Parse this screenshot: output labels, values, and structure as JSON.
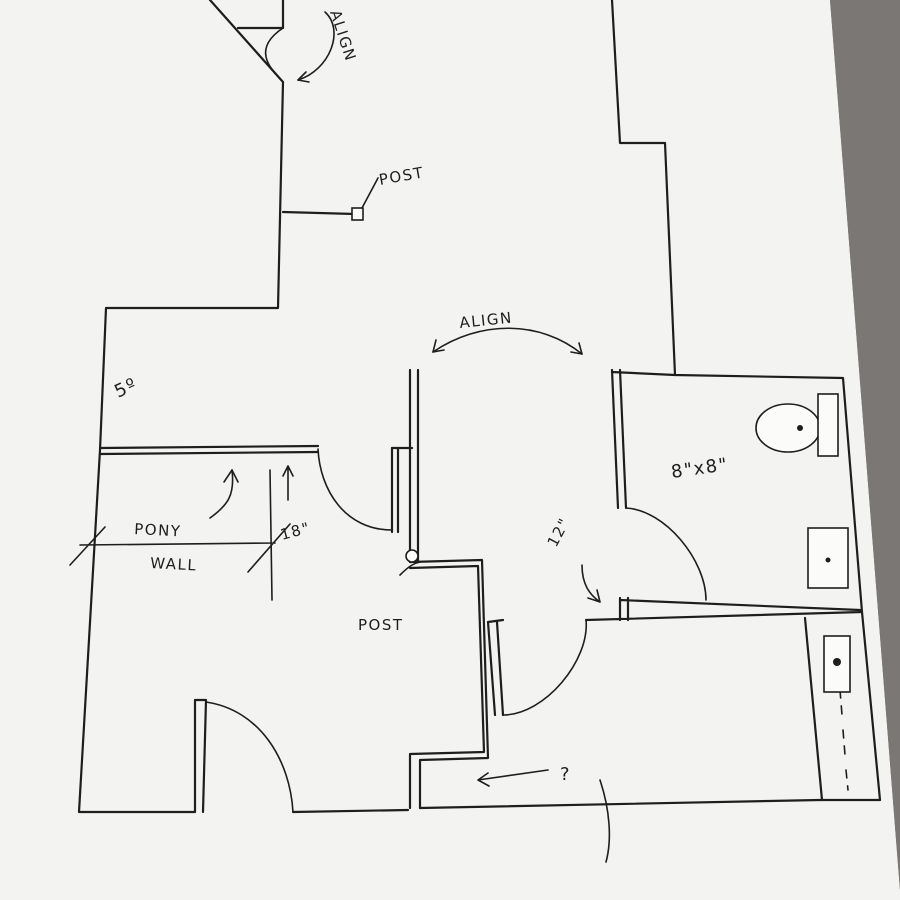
{
  "labels": {
    "align_top": "ALIGN",
    "post_top": "POST",
    "align_middle": "ALIGN",
    "slope": "5º",
    "bath_size": "8\"x8\"",
    "door_offset": "12\"",
    "pony_wall_1": "PONY",
    "pony_wall_2": "WALL",
    "pony_height": "18\"",
    "post_bottom": "POST",
    "question": "?"
  },
  "colors": {
    "ink": "#1e1e1e",
    "paper": "#f3f3f1",
    "table": "#6f6c69"
  },
  "icons": [
    "toilet-icon",
    "sink-icon",
    "outlet-icon",
    "arrow-icon",
    "post-icon"
  ]
}
